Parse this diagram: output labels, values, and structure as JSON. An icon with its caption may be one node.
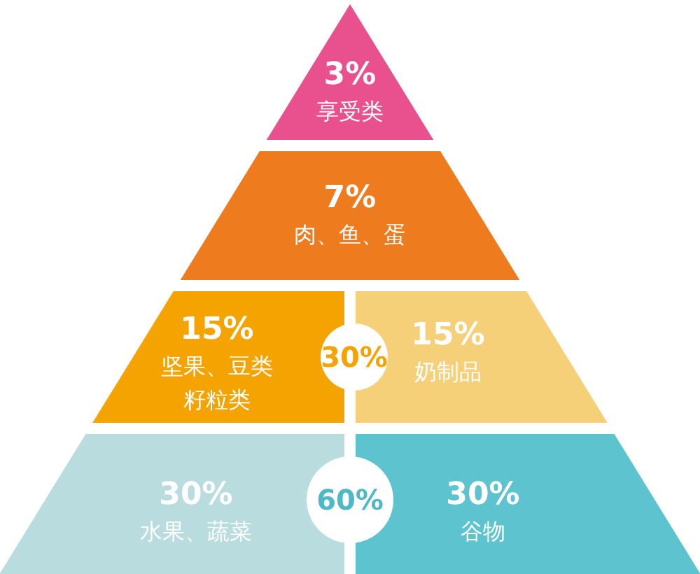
{
  "diagram": {
    "nodes": [
      {
        "text": [
          "3%",
          "享受类"
        ]
      },
      {
        "text": [
          "7%",
          "肉、鱼、蛋"
        ]
      },
      {
        "text": [
          "15%",
          "坚果、豆类籽粒类"
        ]
      },
      {
        "text": [
          "30%"
        ]
      },
      {
        "text": [
          "15%",
          "奶制品"
        ]
      },
      {
        "text": [
          "30%",
          "水果、蔬菜"
        ]
      },
      {
        "text": [
          "60%"
        ]
      },
      {
        "text": [
          "30%",
          "谷物"
        ]
      }
    ]
  }
}
